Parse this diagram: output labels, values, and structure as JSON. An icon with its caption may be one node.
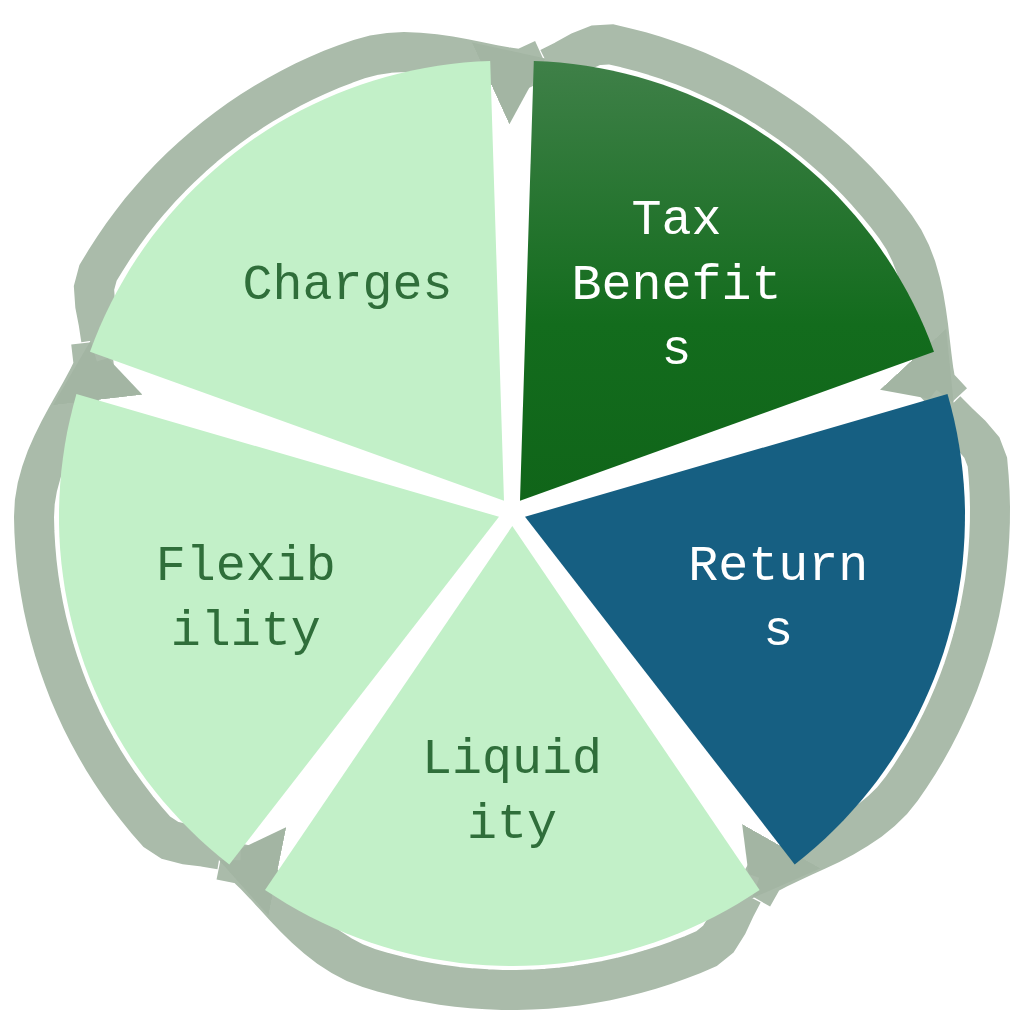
{
  "diagram": {
    "nodes": [
      {
        "text": [
          "Tax Benefits"
        ]
      },
      {
        "text": [
          "Returns"
        ]
      },
      {
        "text": [
          "Liquidity"
        ]
      },
      {
        "text": [
          "Flexibility"
        ]
      },
      {
        "text": [
          "Charges"
        ]
      }
    ],
    "edges": [
      {
        "from": 0,
        "to": 1,
        "arrow": "to"
      },
      {
        "from": 1,
        "to": 2,
        "arrow": "to"
      },
      {
        "from": 2,
        "to": 3,
        "arrow": "to"
      },
      {
        "from": 3,
        "to": 4,
        "arrow": "to"
      },
      {
        "from": 4,
        "to": 0,
        "arrow": "to"
      }
    ]
  }
}
